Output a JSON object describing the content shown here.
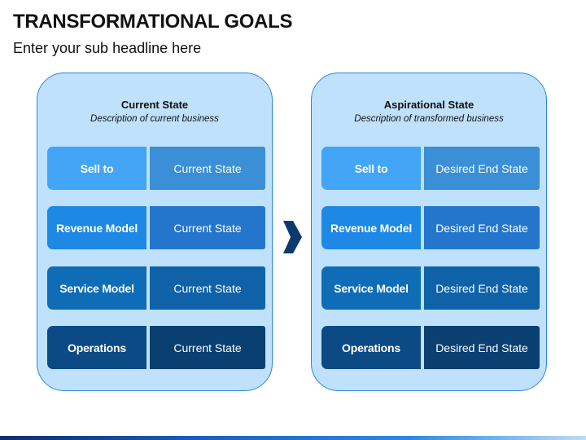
{
  "title": "TRANSFORMATIONAL GOALS",
  "subtitle": "Enter your sub headline here",
  "colors": {
    "panel_fill": "#bfe1fb",
    "panel_border": "#2e86de",
    "row1_label": "#42a5f5",
    "row1_value": "#3a8fd6",
    "row2_label": "#1e88e5",
    "row2_value": "#2476cd",
    "row3_label": "#0f6db8",
    "row3_value": "#0f62a8",
    "row4_label": "#0b4a85",
    "row4_value": "#0a3f72",
    "arrow": "#0d3a6e"
  },
  "current": {
    "title": "Current State",
    "description": "Description of current business",
    "rows": [
      {
        "label": "Sell to",
        "value": "Current State"
      },
      {
        "label": "Revenue Model",
        "value": "Current State"
      },
      {
        "label": "Service Model",
        "value": "Current State"
      },
      {
        "label": "Operations",
        "value": "Current State"
      }
    ]
  },
  "aspirational": {
    "title": "Aspirational State",
    "description": "Description of transformed business",
    "rows": [
      {
        "label": "Sell to",
        "value": "Desired End State"
      },
      {
        "label": "Revenue Model",
        "value": "Desired End State"
      },
      {
        "label": "Service Model",
        "value": "Desired End State"
      },
      {
        "label": "Operations",
        "value": "Desired End State"
      }
    ]
  },
  "icons": {
    "arrow": "right-chevron-arrow-icon"
  }
}
